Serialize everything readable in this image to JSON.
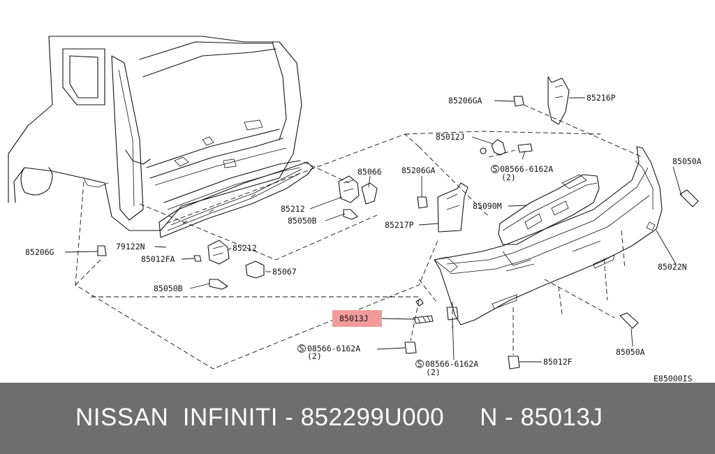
{
  "diagram": {
    "code": "E85000IS",
    "highlight_color": "#f29a9a",
    "labels": {
      "p85206GA_top": "85206GA",
      "p85216P": "85216P",
      "p85012J": "85012J",
      "p85050A_right": "85050A",
      "p08566_top": "08566-6162A",
      "p08566_top_qty": "(2)",
      "p85066": "85066",
      "p85206GA_mid": "85206GA",
      "p85090M": "85090M",
      "p85212_top": "85212",
      "p85050B_mid": "85050B",
      "p85217P": "85217P",
      "p85206G": "85206G",
      "p79122N": "79122N",
      "p85212_low": "85212",
      "p85012FA": "85012FA",
      "p85067": "85067",
      "p85022N": "85022N",
      "p85050B_low": "85050B",
      "p85013J": "85013J",
      "p85050A_low": "85050A",
      "p08566_left": "08566-6162A",
      "p08566_left_qty": "(2)",
      "p08566_bottom": "08566-6162A",
      "p08566_bottom_qty": "(2)",
      "p85012F": "85012F",
      "screw_symbol": "S"
    }
  },
  "footer": {
    "caption": "NISSAN  INFINITI - 852299U000     N - 85013J",
    "background": "#6e6e6e",
    "text_color": "#ffffff"
  }
}
